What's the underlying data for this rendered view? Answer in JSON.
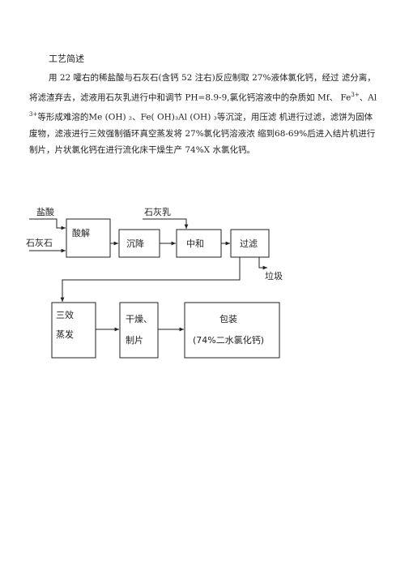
{
  "doc": {
    "title": "工艺简述",
    "para": {
      "s1": "用 22 嚯右的稀盐酸与石灰石(含钙 52 注右)反应制取 27%液体氯化钙，经过 滤分离，将滤渣弃去，滤液用石灰乳进行中和调节 PH=8.9-9,氯化钙溶液中的杂质如 Mf、 Fe",
      "sup1": "3+",
      "s2": "、Al",
      "sup2": "3+",
      "s3": "等形成难溶的Me (OH) ₂、Fe( OH)₃Al (OH) ₃等沉淀，用压滤 机进行过滤，滤饼为固体废物，滤液进行三效强制循环真空蒸发将 27%氯化钙溶液浓 缩到68-69%后进入结片机进行制片，片状氯化钙在进行流化床干燥生产                  74%X 水氯化钙。"
    }
  },
  "flow": {
    "input_hcl": "盐酸",
    "input_limestone": "石灰石",
    "input_lime_milk": "石灰乳",
    "dissolve": "酸解",
    "settle": "沉降",
    "neutralize": "中和",
    "filter": "过滤",
    "waste": "垃圾",
    "evap_line1": "三效",
    "evap_line2": "蒸发",
    "dry_line1": "干燥、",
    "dry_line2": "制片",
    "pack_line1": "包装",
    "pack_line2": "(74%二水氯化钙)"
  }
}
